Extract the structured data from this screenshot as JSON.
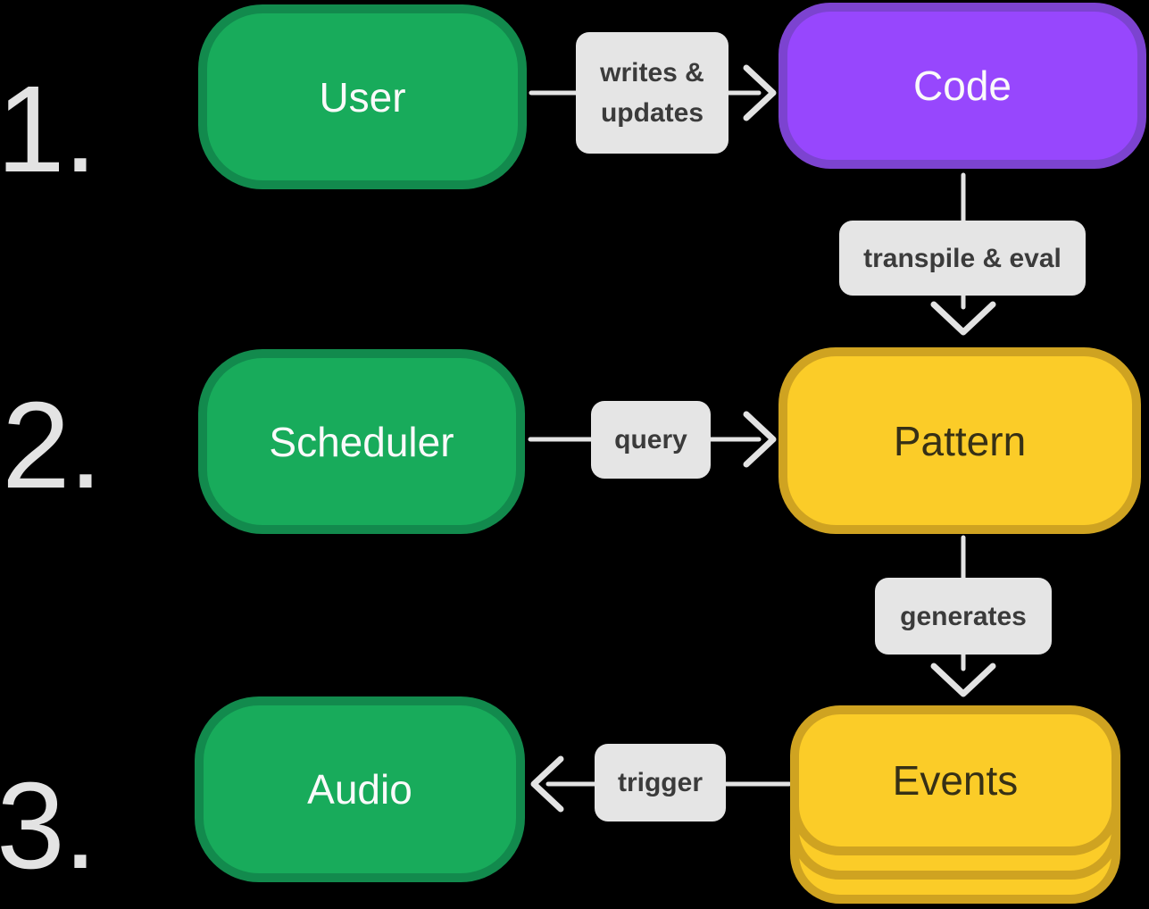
{
  "diagram": {
    "steps": [
      {
        "label": "1."
      },
      {
        "label": "2."
      },
      {
        "label": "3."
      }
    ],
    "nodes": {
      "user": {
        "label": "User",
        "color": "green"
      },
      "code": {
        "label": "Code",
        "color": "purple"
      },
      "scheduler": {
        "label": "Scheduler",
        "color": "green"
      },
      "pattern": {
        "label": "Pattern",
        "color": "yellow"
      },
      "audio": {
        "label": "Audio",
        "color": "green"
      },
      "events": {
        "label": "Events",
        "color": "yellow",
        "stacked_cards": 3
      }
    },
    "edges": {
      "writes_updates": {
        "line1": "writes &",
        "line2": "updates",
        "from": "user",
        "to": "code"
      },
      "transpile_eval": {
        "line1": "transpile & eval",
        "from": "code",
        "to": "pattern"
      },
      "query": {
        "line1": "query",
        "from": "scheduler",
        "to": "pattern"
      },
      "generates": {
        "line1": "generates",
        "from": "pattern",
        "to": "events"
      },
      "trigger": {
        "line1": "trigger",
        "from": "events",
        "to": "audio"
      }
    }
  },
  "colors": {
    "background": "#000000",
    "green-fill": "#18ab5b",
    "green-border": "#128a4d",
    "purple-fill": "#9747fd",
    "purple-border": "#7c43d0",
    "yellow-fill": "#fbcc28",
    "yellow-border": "#cfa321",
    "label-bg": "#e5e5e5",
    "label-text": "#3b3b3b",
    "node-text-light": "#fafafa",
    "node-text-dark": "#363016",
    "arrow": "#e3e3e3",
    "step-number": "#e3e3e3"
  }
}
